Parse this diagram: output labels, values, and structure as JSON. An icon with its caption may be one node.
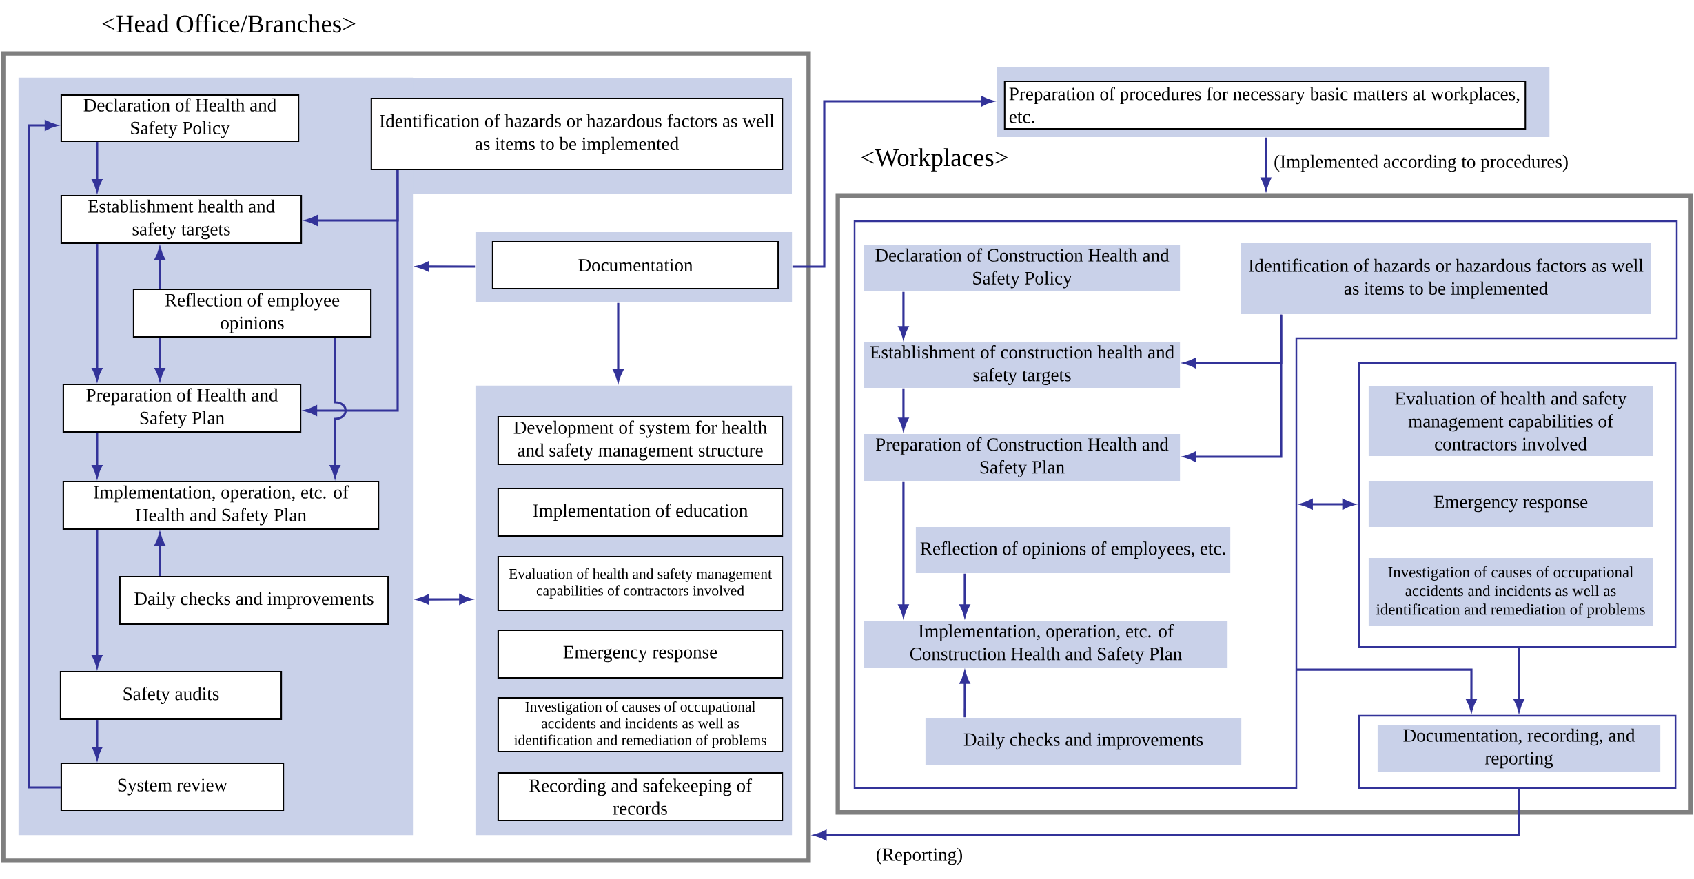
{
  "diagram": {
    "nodes": [
      {
        "text": [
          "<Head Office/Branches>"
        ]
      },
      {
        "text": [],
        "shape": "box",
        "in": 0
      },
      {
        "text": [
          "Declaration of Health and Safety Policy"
        ],
        "in": 1
      },
      {
        "text": [
          "Identification of hazards or hazardous factors as well as items to be implemented"
        ],
        "in": 0
      },
      {
        "text": [
          "Establishment health and safety targets"
        ],
        "in": 1
      },
      {
        "text": [
          "Reflection of employee opinions"
        ],
        "in": 1
      },
      {
        "text": [
          "Preparation of Health and Safety Plan"
        ],
        "in": 1
      },
      {
        "text": [
          "Implementation, operation, etc. of Health and Safety Plan"
        ],
        "in": 1
      },
      {
        "text": [
          "Daily checks and improvements"
        ],
        "in": 1
      },
      {
        "text": [
          "Safety audits"
        ],
        "in": 1
      },
      {
        "text": [
          "System review"
        ],
        "in": 1
      },
      {
        "text": [],
        "shape": "box",
        "in": 0
      },
      {
        "text": [
          "Documentation"
        ],
        "in": 11
      },
      {
        "text": [],
        "shape": "box",
        "in": 0
      },
      {
        "text": [
          "Development of system for health and safety management structure"
        ],
        "in": 13
      },
      {
        "text": [
          "Implementation of education"
        ],
        "in": 13
      },
      {
        "text": [
          "Evaluation of health and safety management capabilities of contractors involved"
        ],
        "in": 13
      },
      {
        "text": [
          "Emergency response"
        ],
        "in": 13
      },
      {
        "text": [
          "Investigation of causes of occupational accidents and incidents as well as identification and remediation of problems"
        ],
        "in": 13
      },
      {
        "text": [
          "Recording and safekeeping of records"
        ],
        "in": 13
      },
      {
        "text": [],
        "shape": "box"
      },
      {
        "text": [
          "Preparation of procedures for necessary basic matters at workplaces, etc."
        ],
        "in": 20
      },
      {
        "text": [
          "<Workplaces>"
        ]
      },
      {
        "text": [],
        "shape": "box",
        "in": 22
      },
      {
        "text": [
          "Declaration of Construction Health and Safety Policy"
        ],
        "in": 23
      },
      {
        "text": [
          "Identification of hazards or hazardous factors as well as items to be implemented"
        ],
        "in": 23
      },
      {
        "text": [
          "Establishment of construction health and safety targets"
        ],
        "in": 23
      },
      {
        "text": [
          "Preparation of Construction Health and Safety Plan"
        ],
        "in": 23
      },
      {
        "text": [
          "Reflection of opinions of employees, etc."
        ],
        "in": 23
      },
      {
        "text": [
          "Implementation, operation, etc. of Construction Health and Safety Plan"
        ],
        "in": 23
      },
      {
        "text": [
          "Daily checks and improvements"
        ],
        "in": 23
      },
      {
        "text": [],
        "shape": "box",
        "in": 22
      },
      {
        "text": [
          "Evaluation of health and safety management capabilities of contractors involved"
        ],
        "in": 31
      },
      {
        "text": [
          "Emergency response"
        ],
        "in": 31
      },
      {
        "text": [
          "Investigation of causes of occupational accidents and incidents as well as identification and remediation of problems"
        ],
        "in": 31
      },
      {
        "text": [],
        "shape": "box",
        "in": 22
      },
      {
        "text": [
          "Documentation, recording, and reporting"
        ],
        "in": 35
      }
    ],
    "edges": [
      {
        "from": 2,
        "to": 4,
        "arrow": "to"
      },
      {
        "from": 4,
        "to": 6,
        "arrow": "to"
      },
      {
        "from": 5,
        "to": 4,
        "arrow": "to"
      },
      {
        "from": 5,
        "to": 6,
        "arrow": "to"
      },
      {
        "from": 3,
        "to": 4,
        "arrow": "to"
      },
      {
        "from": 3,
        "to": 6,
        "arrow": "to"
      },
      {
        "from": 5,
        "to": 7,
        "arrow": "to"
      },
      {
        "from": 6,
        "to": 7,
        "arrow": "to"
      },
      {
        "from": 8,
        "to": 7,
        "arrow": "to"
      },
      {
        "from": 7,
        "to": 9,
        "arrow": "to"
      },
      {
        "from": 9,
        "to": 10,
        "arrow": "to"
      },
      {
        "from": 10,
        "to": 2,
        "arrow": "to"
      },
      {
        "from": 11,
        "to": 1,
        "arrow": "to"
      },
      {
        "from": 11,
        "to": 13,
        "arrow": "to"
      },
      {
        "from": 1,
        "to": 13,
        "arrow": "both"
      },
      {
        "from": 11,
        "to": 20,
        "arrow": "to"
      },
      {
        "from": 20,
        "to": 22,
        "arrow": "to",
        "label": "(Implemented according to procedures)"
      },
      {
        "from": 24,
        "to": 26,
        "arrow": "to"
      },
      {
        "from": 26,
        "to": 27,
        "arrow": "to"
      },
      {
        "from": 25,
        "to": 26,
        "arrow": "to"
      },
      {
        "from": 25,
        "to": 27,
        "arrow": "to"
      },
      {
        "from": 27,
        "to": 29,
        "arrow": "to"
      },
      {
        "from": 28,
        "to": 29,
        "arrow": "to"
      },
      {
        "from": 30,
        "to": 29,
        "arrow": "to"
      },
      {
        "from": 23,
        "to": 31,
        "arrow": "both"
      },
      {
        "from": 23,
        "to": 35,
        "arrow": "to"
      },
      {
        "from": 31,
        "to": 35,
        "arrow": "to"
      },
      {
        "from": 35,
        "to": 0,
        "arrow": "to",
        "label": "(Reporting)"
      }
    ]
  }
}
